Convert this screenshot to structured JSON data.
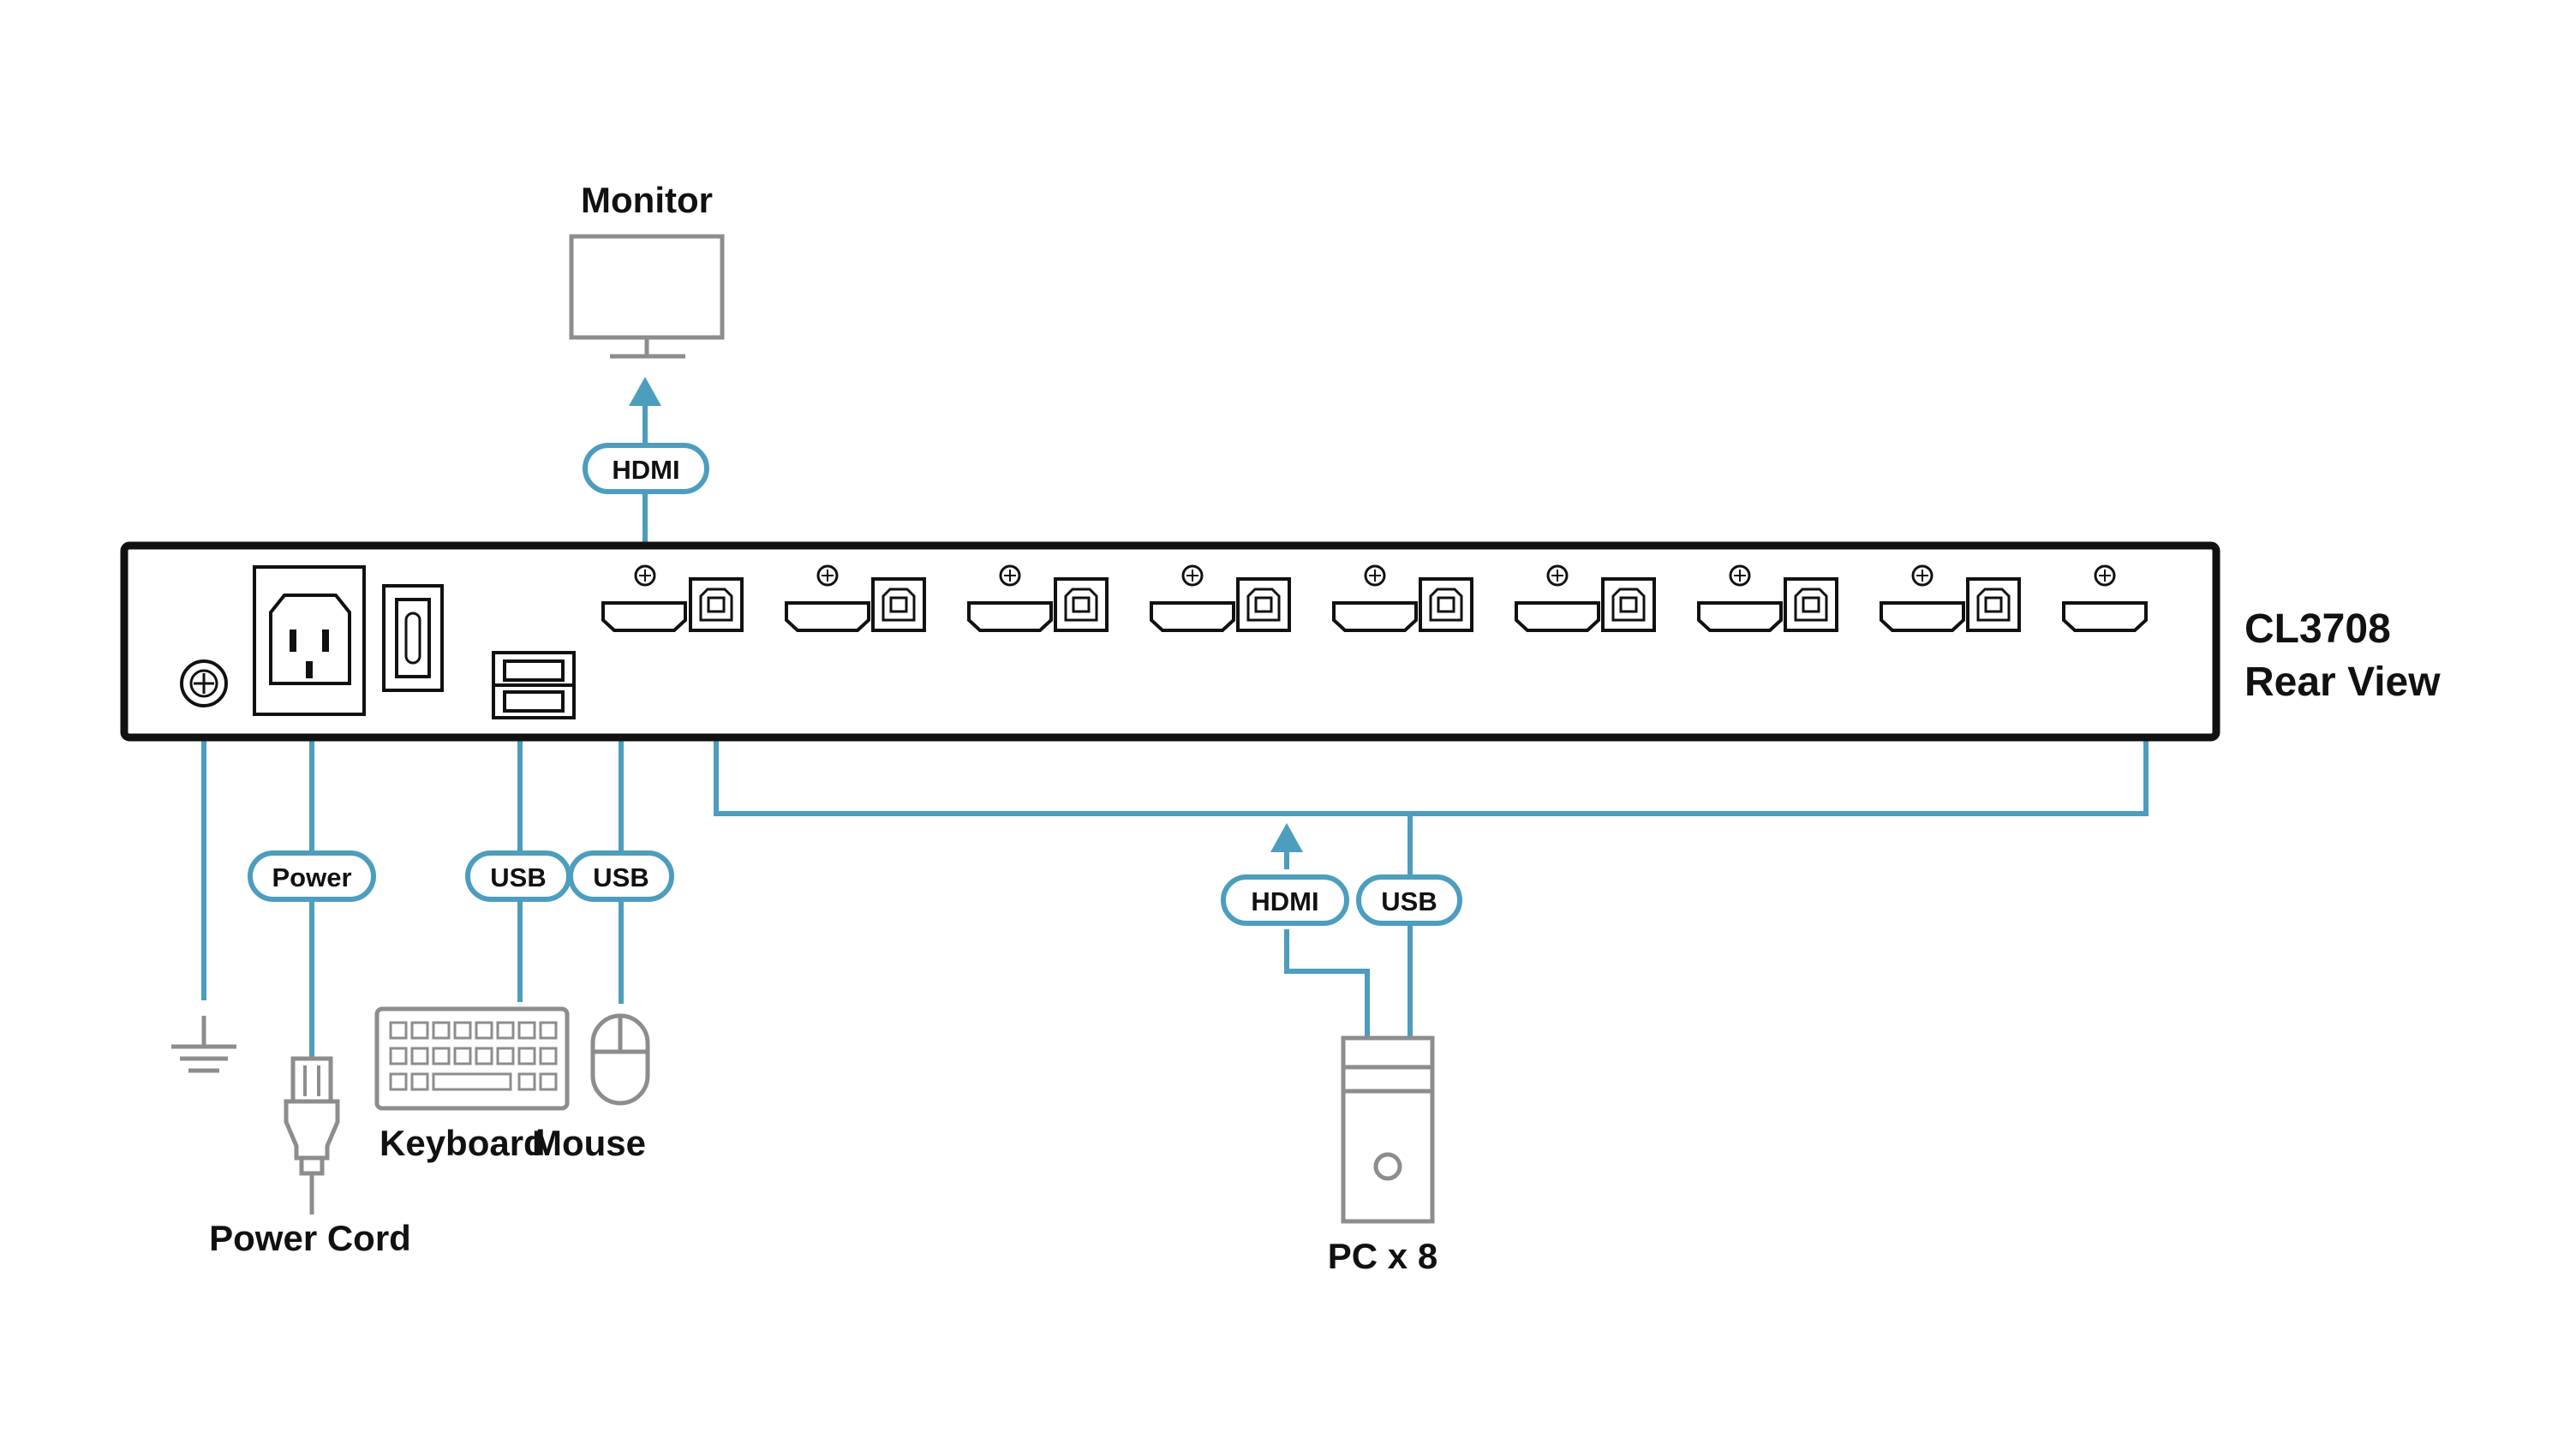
{
  "device": {
    "model": "CL3708",
    "view": "Rear View",
    "pc_port_count": 8
  },
  "labels": {
    "monitor": "Monitor",
    "keyboard": "Keyboard",
    "mouse": "Mouse",
    "power_cord": "Power Cord",
    "pc": "PC x 8"
  },
  "cables": {
    "monitor_hdmi": "HDMI",
    "power": "Power",
    "keyboard_usb": "USB",
    "mouse_usb": "USB",
    "pc_hdmi": "HDMI",
    "pc_usb": "USB"
  },
  "colors": {
    "cable": "#4c9dbe",
    "device_outline": "#8d8d8d",
    "panel_outline": "#111111",
    "model_text": "#5b5b5b"
  },
  "icons": [
    "monitor-icon",
    "ground-icon",
    "power-plug-icon",
    "keyboard-icon",
    "mouse-icon",
    "pc-tower-icon"
  ]
}
